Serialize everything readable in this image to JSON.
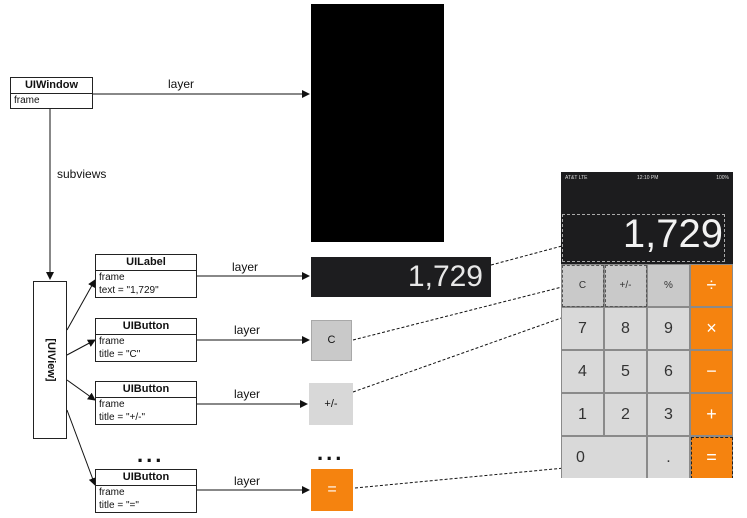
{
  "window": {
    "title": "UIWindow",
    "prop": "frame"
  },
  "edges": {
    "layer": "layer",
    "subviews": "subviews"
  },
  "uiview": {
    "title": "[UIView]"
  },
  "children": [
    {
      "title": "UILabel",
      "lines": [
        "frame",
        "text = \"1,729\""
      ]
    },
    {
      "title": "UIButton",
      "lines": [
        "frame",
        "title = \"C\""
      ]
    },
    {
      "title": "UIButton",
      "lines": [
        "frame",
        "title = \"+/-\""
      ]
    },
    {
      "title": "UIButton",
      "lines": [
        "frame",
        "title = \"=\""
      ]
    }
  ],
  "ellipsis": "...",
  "layers": {
    "label_text": "1,729",
    "c_text": "C",
    "pm_text": "+/-",
    "eq_text": "="
  },
  "phone": {
    "status_left": "AT&T  LTE",
    "status_time": "12:10 PM",
    "status_right": "100%",
    "display": "1,729",
    "keys": [
      [
        "C",
        "+/-",
        "%",
        "÷"
      ],
      [
        "7",
        "8",
        "9",
        "×"
      ],
      [
        "4",
        "5",
        "6",
        "−"
      ],
      [
        "1",
        "2",
        "3",
        "+"
      ],
      [
        "0",
        ".",
        "="
      ]
    ]
  },
  "colors": {
    "operator": "#f5830f",
    "function_key": "#c9c9c9",
    "number_key": "#d9d9d9",
    "layer_black": "#000000"
  }
}
